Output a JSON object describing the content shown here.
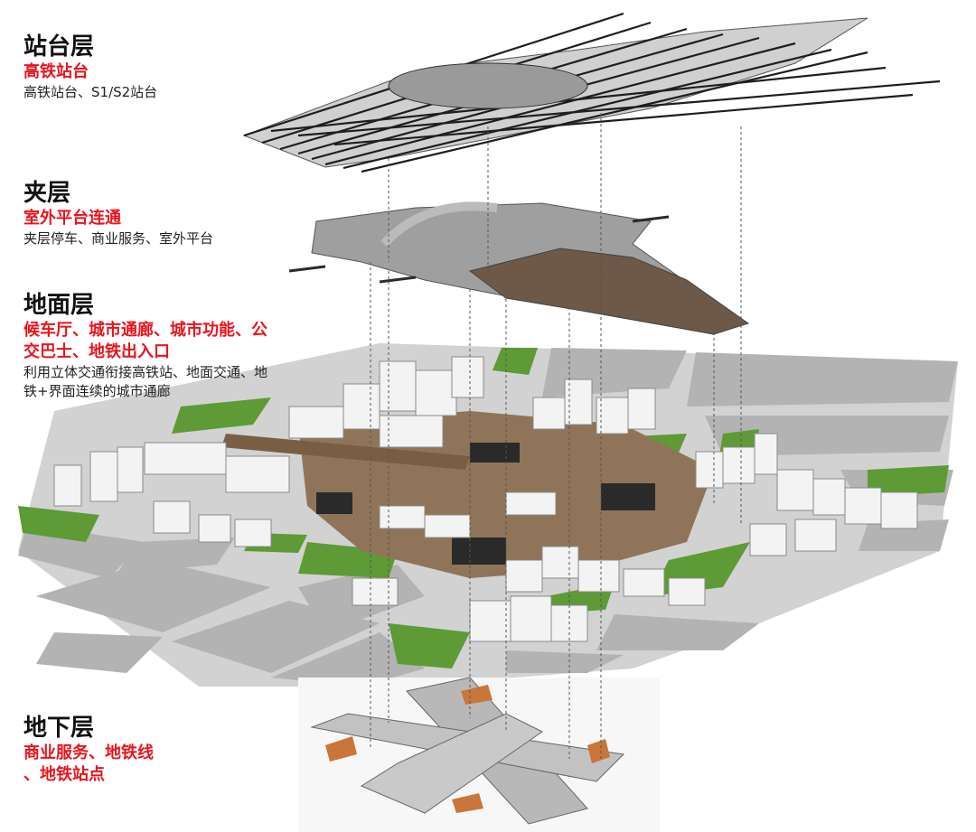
{
  "levels": [
    {
      "name": "站台层",
      "highlight": [
        "高铁站台"
      ],
      "description": [
        "高铁站台、S1/S2站台"
      ]
    },
    {
      "name": "夹层",
      "highlight": [
        "室外平台连通"
      ],
      "description": [
        "夹层停车、商业服务、室外平台"
      ]
    },
    {
      "name": "地面层",
      "highlight": [
        "候车厅、城市通廊、城市功能、公",
        "交巴士、地铁出入口"
      ],
      "description": [
        "利用立体交通衔接高铁站、地面交通、地",
        "铁+界面连续的城市通廊"
      ]
    },
    {
      "name": "地下层",
      "highlight": [
        "商业服务、地铁线",
        "、地铁站点"
      ],
      "description": []
    }
  ],
  "colors": {
    "highlight_red": "#e8141c",
    "title_black": "#111111",
    "road_gray": "#b5b5b5",
    "green_space": "#5e9a36",
    "plaza_brown": "#8f7459",
    "building_white": "#f3f3f3",
    "platform_dark": "#2a2a2a"
  }
}
